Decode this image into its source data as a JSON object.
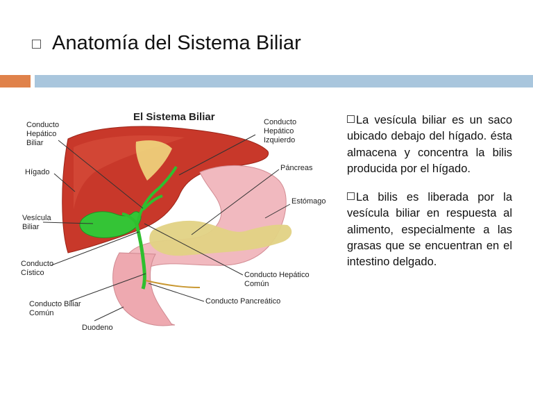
{
  "slide": {
    "title": "Anatomía del Sistema Biliar",
    "colors": {
      "accent_orange": "#e0824a",
      "accent_blue": "#a9c6dd"
    }
  },
  "figure": {
    "title": "El Sistema Biliar",
    "labels": {
      "conducto_hepatico_biliar": "Conducto\nHepático\nBiliar",
      "higado": "Hígado",
      "vesicula_biliar": "Vesícula\nBiliar",
      "conducto_cistico": "Conducto\nCístico",
      "conducto_biliar_comun": "Conducto Biliar\nComún",
      "duodeno": "Duodeno",
      "conducto_hepatico_izquierdo": "Conducto\nHepático\nIzquierdo",
      "pancreas": "Páncreas",
      "estomago": "Estómago",
      "conducto_hepatico_comun": "Conducto Hepático\nComún",
      "conducto_pancreatico": "Conducto Pancreático"
    }
  },
  "text": {
    "paragraphs": [
      "La vesícula biliar es un saco ubicado debajo del hígado. ésta almacena y concentra la bilis producida por el hígado.",
      "La bilis es liberada por la vesícula biliar en respuesta al alimento, especialmente a las grasas que se encuentran en el intestino delgado."
    ]
  }
}
